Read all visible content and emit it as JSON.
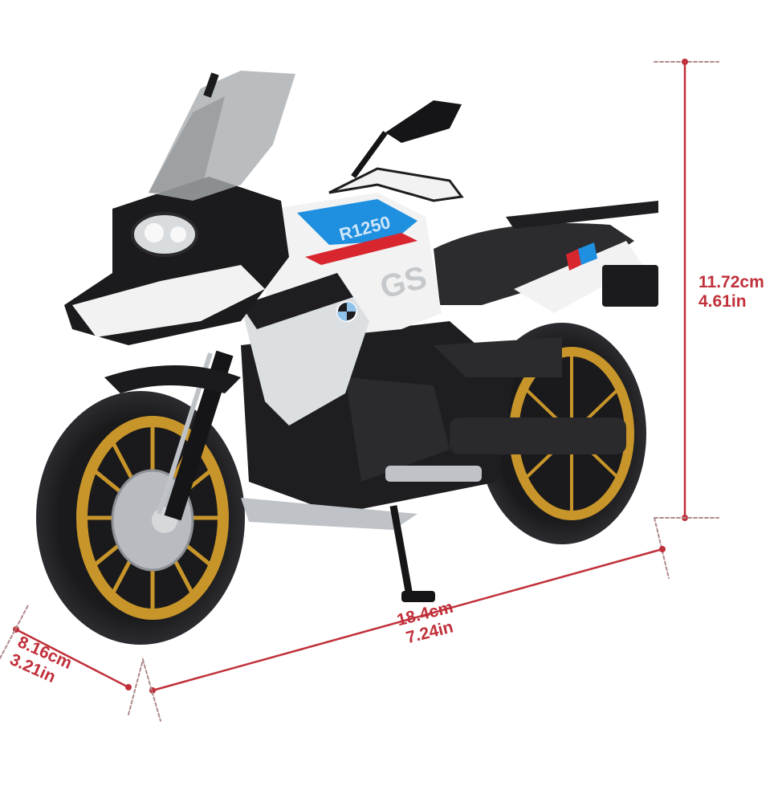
{
  "image": {
    "subject": "BMW R1250 GS adventure motorcycle scale model",
    "background_color": "#ffffff",
    "accent_color": "#c0303a",
    "bike_colors": {
      "body_white": "#f2f2f2",
      "blue": "#1f8fe0",
      "dark_gray": "#2b2b2e",
      "black": "#151517",
      "gold_rims": "#c8952a",
      "red_stripe": "#d8262f",
      "silver": "#bfc3c7"
    },
    "tank_text": "R1250",
    "side_text": "GS"
  },
  "dimensions": {
    "height": {
      "cm": "11.72cm",
      "in": "4.61in"
    },
    "length": {
      "cm": "18.4cm",
      "in": "7.24in"
    },
    "width": {
      "cm": "8.16cm",
      "in": "3.21in"
    }
  }
}
